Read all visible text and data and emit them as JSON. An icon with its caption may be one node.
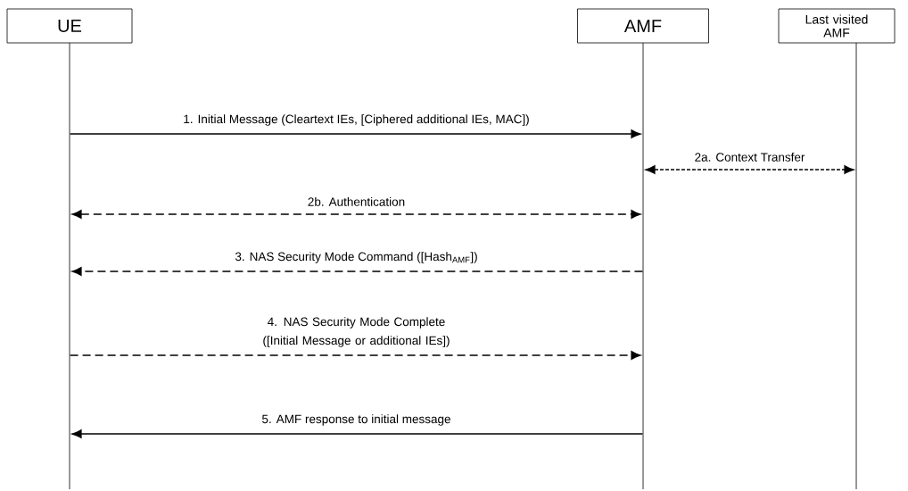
{
  "diagram": {
    "nodes": [
      {
        "text": [
          "UE"
        ]
      },
      {
        "text": [
          "AMF"
        ]
      },
      {
        "text": [
          "Last visited AMF"
        ]
      },
      {
        "text": [],
        "shape": "bar"
      },
      {
        "text": [],
        "shape": "bar"
      },
      {
        "text": [],
        "shape": "bar"
      }
    ],
    "edges": [
      {
        "from": 3,
        "to": 4,
        "arrow": "to",
        "label": "1. Initial Message (Cleartext IEs, [Ciphered additional IEs, MAC])"
      },
      {
        "from": 4,
        "to": 5,
        "arrow": "both",
        "label": "2a. Context Transfer",
        "style": "dashed"
      },
      {
        "from": 3,
        "to": 4,
        "arrow": "both",
        "label": "2b. Authentication",
        "style": "dashed"
      },
      {
        "from": 4,
        "to": 3,
        "arrow": "to",
        "label": "3. NAS Security Mode Command ([Hash$_{AMF}$])",
        "style": "dashed"
      },
      {
        "from": 3,
        "to": 4,
        "arrow": "to",
        "label": "4. NAS Security Mode Complete ([Initial Message or additional IEs])",
        "style": "dashed"
      },
      {
        "from": 4,
        "to": 3,
        "arrow": "to",
        "label": "5. AMF response to initial message"
      }
    ]
  }
}
